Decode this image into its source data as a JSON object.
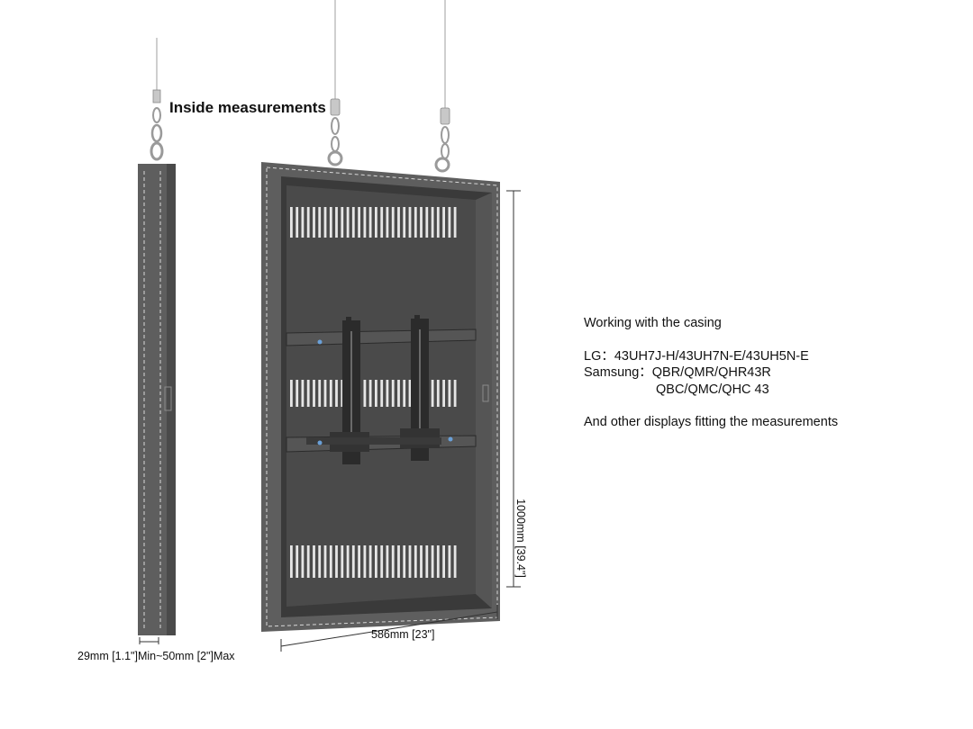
{
  "title": "Inside measurements",
  "info": {
    "heading": "Working with the casing",
    "lg_label": "LG：",
    "lg_models": "43UH7J-H/43UH7N-E/43UH5N-E",
    "samsung_label": "Samsung：",
    "samsung_models_1": "QBR/QMR/QHR43R",
    "samsung_models_2": "QBC/QMC/QHC 43",
    "footer": "And other displays fitting the measurements"
  },
  "dimensions": {
    "depth": "29mm [1.1\"]Min~50mm [2\"]Max",
    "width": "586mm [23\"]",
    "height": "1000mm [39.4\"]"
  },
  "colors": {
    "casing": "#5e5e5e",
    "casing_dark": "#3a3a3a",
    "panel": "#4a4a4a",
    "bracket": "#2b2b2b",
    "stitch": "#d8d8d8"
  }
}
